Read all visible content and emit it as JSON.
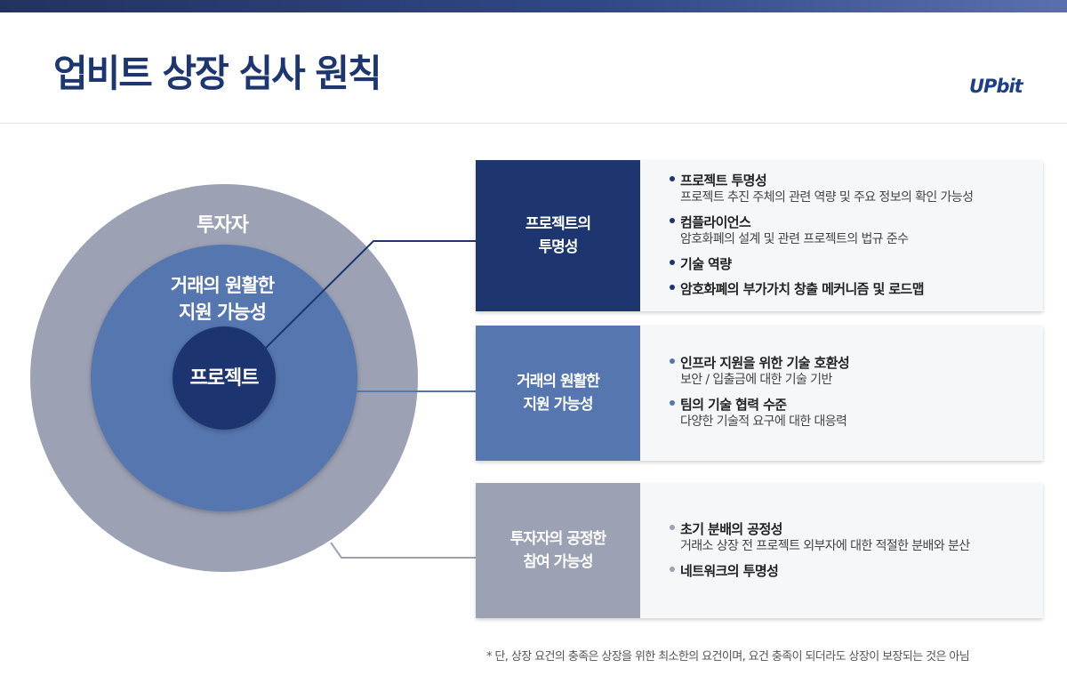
{
  "header": {
    "title": "업비트 상장 심사 원칙",
    "logo_text": "UPbit"
  },
  "circles": {
    "outer": "투자자",
    "middle_line1": "거래의 원활한",
    "middle_line2": "지원 가능성",
    "core": "프로젝트"
  },
  "cards": [
    {
      "label": "프로젝트의\n투명성",
      "items": [
        {
          "title": "프로젝트 투명성",
          "desc": "프로젝트 추진 주체의 관련 역량 및  주요 정보의 확인 가능성"
        },
        {
          "title": "컴플라이언스",
          "desc": "암호화폐의 설계 및 관련 프로젝트의 법규 준수"
        },
        {
          "title": "기술 역량",
          "desc": ""
        },
        {
          "title": "암호화폐의 부가가치 창출 메커니즘 및 로드맵",
          "desc": ""
        }
      ]
    },
    {
      "label": "거래의 원활한\n지원 가능성",
      "items": [
        {
          "title": "인프라 지원을 위한 기술 호환성",
          "desc": "보안 / 입출금에 대한 기술 기반"
        },
        {
          "title": "팀의 기술 협력 수준",
          "desc": "다양한 기술적 요구에 대한 대응력"
        }
      ]
    },
    {
      "label": "투자자의 공정한\n참여 가능성",
      "items": [
        {
          "title": "초기 분배의 공정성",
          "desc": "거래소 상장 전 프로젝트 외부자에 대한 적절한 분배와 분산"
        },
        {
          "title": "네트워크의 투명성",
          "desc": ""
        }
      ]
    }
  ],
  "footnote": "* 단, 상장 요건의 충족은 상장을 위한 최소한의 요건이며, 요건 충족이 되더라도 상장이 보장되는 것은 아님",
  "colors": {
    "navy": "#1d3670",
    "blue": "#5676b0",
    "gray": "#9ca1b4"
  }
}
